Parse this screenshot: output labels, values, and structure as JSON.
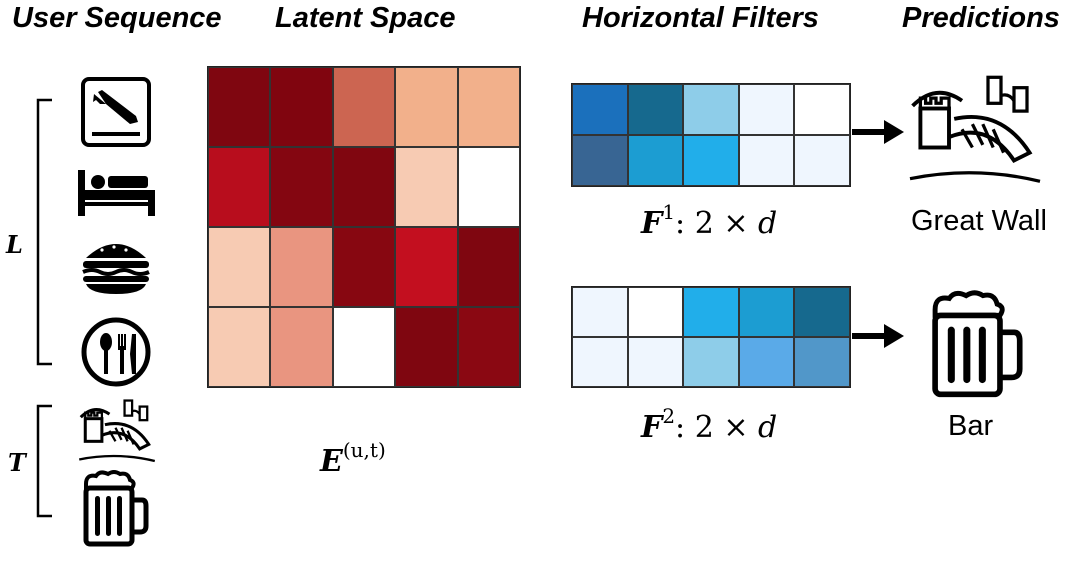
{
  "headers": {
    "user_sequence": "User Sequence",
    "latent_space": "Latent Space",
    "horizontal_filters": "Horizontal Filters",
    "predictions": "Predictions"
  },
  "sequence": {
    "bracket_l_label": "L",
    "bracket_t_label": "T",
    "items": [
      "airplane-landing",
      "hotel-bed",
      "burger",
      "restaurant-plate",
      "great-wall",
      "beer-mug"
    ]
  },
  "embedding": {
    "label_main": "E",
    "label_sup": "(u,t)",
    "colors": [
      [
        "#7f0610",
        "#80050f",
        "#cc6551",
        "#f2b08b",
        "#f2b08b"
      ],
      [
        "#b80d1d",
        "#840611",
        "#800610",
        "#f7cbb3",
        "#ffffff"
      ],
      [
        "#f7cbb3",
        "#e99580",
        "#870711",
        "#c30f1f",
        "#7f0610"
      ],
      [
        "#f7cbb3",
        "#e99580",
        "#ffffff",
        "#7f0610",
        "#8a0812"
      ]
    ]
  },
  "filters": [
    {
      "label_main": "F",
      "label_sup": "1",
      "label_rest": ": 2 × ",
      "label_d": "d",
      "colors": [
        [
          "#1b70bc",
          "#16698e",
          "#8ecde9",
          "#eff6fe",
          "#ffffff"
        ],
        [
          "#386593",
          "#1c9dd2",
          "#21aeea",
          "#eff6fe",
          "#eff6fe"
        ]
      ]
    },
    {
      "label_main": "F",
      "label_sup": "2",
      "label_rest": ": 2 × ",
      "label_d": "d",
      "colors": [
        [
          "#eff6fe",
          "#ffffff",
          "#21aeea",
          "#1c9dd2",
          "#16698e"
        ],
        [
          "#eff6fe",
          "#eff6fe",
          "#8ecde9",
          "#5aaae8",
          "#5197c9"
        ]
      ]
    }
  ],
  "predictions": [
    {
      "label": "Great Wall",
      "icon": "great-wall"
    },
    {
      "label": "Bar",
      "icon": "beer-mug"
    }
  ]
}
